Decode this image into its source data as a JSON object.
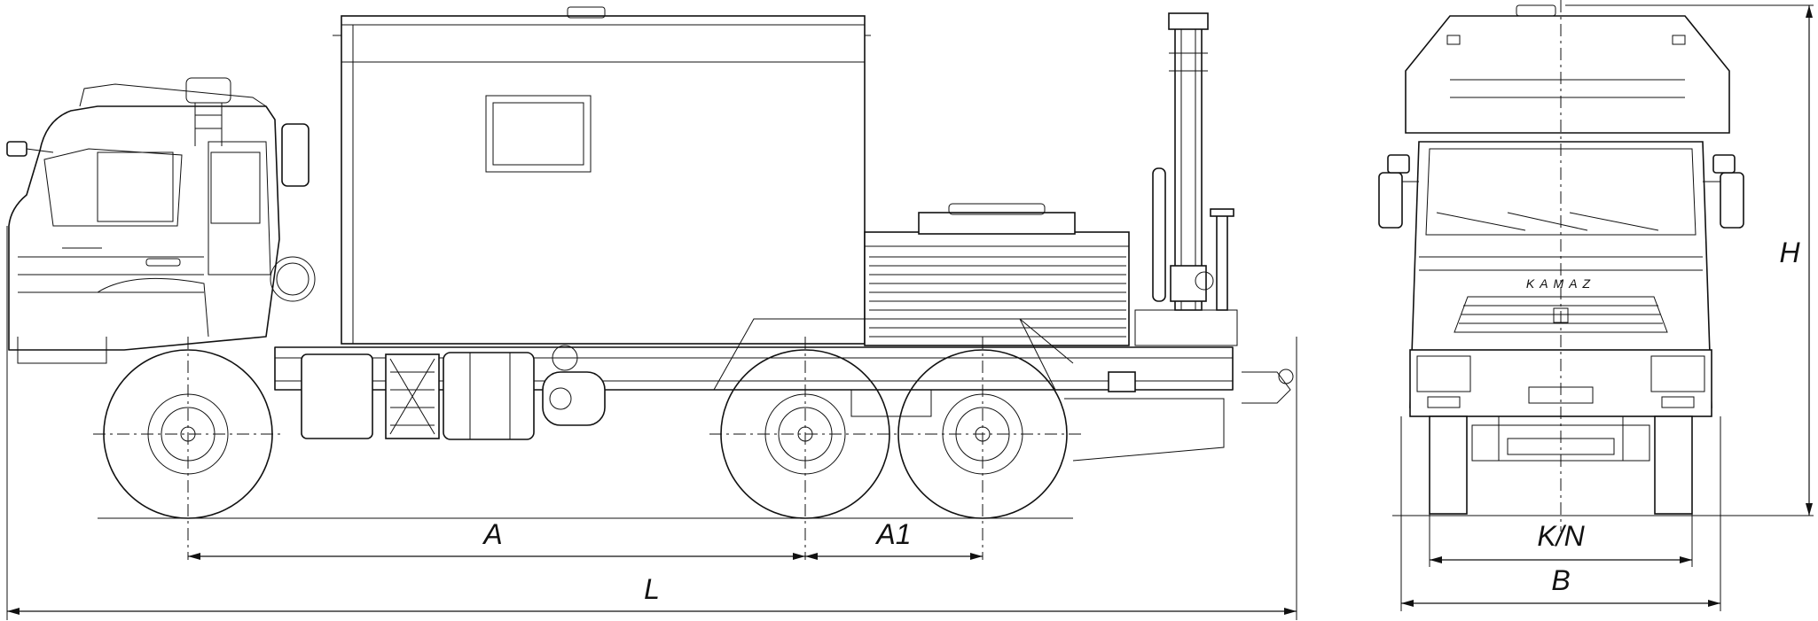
{
  "drawing": {
    "dimension_labels": {
      "A": "A",
      "A1": "A1",
      "L": "L",
      "H": "H",
      "KN": "K/N",
      "B": "B"
    },
    "front_view": {
      "grille_brand": "KAMAZ"
    }
  }
}
